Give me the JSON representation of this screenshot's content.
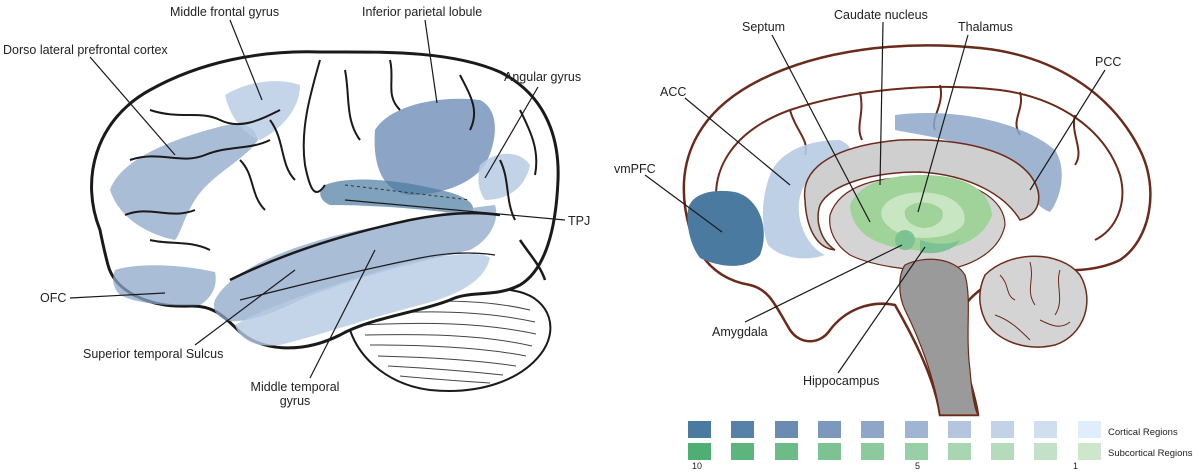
{
  "labels": {
    "middle_frontal_gyrus": "Middle frontal gyrus",
    "inferior_parietal_lobule": "Inferior parietal lobule",
    "dlpfc": "Dorso lateral prefrontal cortex",
    "angular_gyrus": "Angular gyrus",
    "tpj": "TPJ",
    "ofc": "OFC",
    "sts": "Superior temporal Sulcus",
    "mtg": "Middle temporal gyrus",
    "septum": "Septum",
    "caudate": "Caudate nucleus",
    "thalamus": "Thalamus",
    "pcc": "PCC",
    "acc": "ACC",
    "vmpfc": "vmPFC",
    "amygdala": "Amygdala",
    "hippocampus": "Hippocampus"
  },
  "legend": {
    "cortical_label": "Cortical Regions",
    "subcortical_label": "Subcortical Regions",
    "scale_ticks": [
      "10",
      "5",
      "1"
    ],
    "cortical_colors": [
      "#4a7a9f",
      "#5781a8",
      "#6a8cb3",
      "#7c98bd",
      "#8fa6c8",
      "#a0b5d3",
      "#b4c6df",
      "#c2d3e7",
      "#cfdfef",
      "#dfeefa"
    ],
    "subcortical_colors": [
      "#4fae72",
      "#5db47d",
      "#6dbb88",
      "#7dc293",
      "#8cc99d",
      "#99cfa7",
      "#a8d5b2",
      "#b6dbbc",
      "#c3e1c6",
      "#cde6cc"
    ]
  },
  "colors": {
    "outline": "#1a1a1a",
    "sagittal_outline": "#6b2b1b",
    "cortical_light": "#b7cbe3",
    "cortical_mid": "#8ea7c9",
    "cortical_dark": "#4b7aa0",
    "subcortical": "#9fd39a",
    "gray_structure": "#cfcfcf",
    "brainstem": "#9a9a9a"
  }
}
